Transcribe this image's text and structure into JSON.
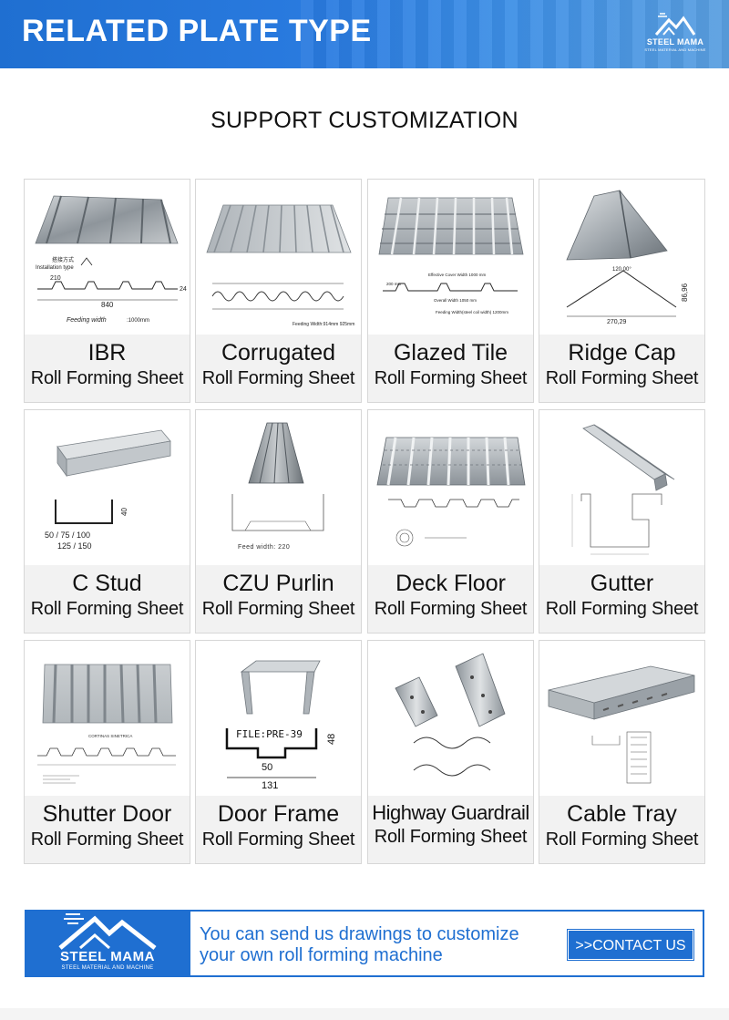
{
  "header": {
    "title": "RELATED PLATE TYPE",
    "logo_brand": "STEEL MAMA",
    "logo_tagline": "STEEL MATERIAL AND MACHINE"
  },
  "subtitle": "SUPPORT CUSTOMIZATION",
  "cards": [
    {
      "name": "IBR",
      "type": "Roll Forming Sheet",
      "drawing_labels": [
        "搭接方式",
        "Installation type",
        "210",
        "24",
        "840",
        "Feeding width",
        ":1000mm"
      ]
    },
    {
      "name": "Corrugated",
      "type": "Roll Forming Sheet",
      "drawing_labels": [
        "Feeding Width:914mm  925mm"
      ]
    },
    {
      "name": "Glazed Tile",
      "type": "Roll Forming Sheet",
      "drawing_labels": [
        "Effective Cover Width 1000 mm",
        "200 mm",
        "Overall Width 1050 mm",
        "Feeding Width(steel coil width) 1200mm"
      ]
    },
    {
      "name": "Ridge Cap",
      "type": "Roll Forming Sheet",
      "drawing_labels": [
        "120,00°",
        "86,96",
        "270,29"
      ]
    },
    {
      "name": "C Stud",
      "type": "Roll Forming Sheet",
      "drawing_labels": [
        "40",
        "50 / 75 / 100",
        "125 / 150"
      ]
    },
    {
      "name": "CZU Purlin",
      "type": "Roll Forming Sheet",
      "drawing_labels": [
        "Feed width: 220"
      ]
    },
    {
      "name": "Deck Floor",
      "type": "Roll Forming Sheet",
      "drawing_labels": []
    },
    {
      "name": "Gutter",
      "type": "Roll Forming Sheet",
      "drawing_labels": []
    },
    {
      "name": "Shutter Door",
      "type": "Roll Forming Sheet",
      "drawing_labels": [
        "CORTINAS  SINETRICA"
      ]
    },
    {
      "name": "Door Frame",
      "type": "Roll Forming Sheet",
      "drawing_labels": [
        "FILE:PRE-39",
        "48",
        "50",
        "131"
      ]
    },
    {
      "name": "Highway Guardrail",
      "type": "Roll Forming Sheet",
      "drawing_labels": []
    },
    {
      "name": "Cable Tray",
      "type": "Roll Forming Sheet",
      "drawing_labels": []
    }
  ],
  "footer": {
    "logo_brand": "STEEL MAMA",
    "logo_tagline": "STEEL MATERIAL AND MACHINE",
    "message_line1": "You can send us drawings to customize",
    "message_line2": "your own roll forming machine",
    "contact_label": ">>CONTACT US"
  },
  "colors": {
    "brand_blue": "#1f6fd1",
    "label_bg": "#f2f2f2",
    "card_border": "#d7d7d7"
  }
}
